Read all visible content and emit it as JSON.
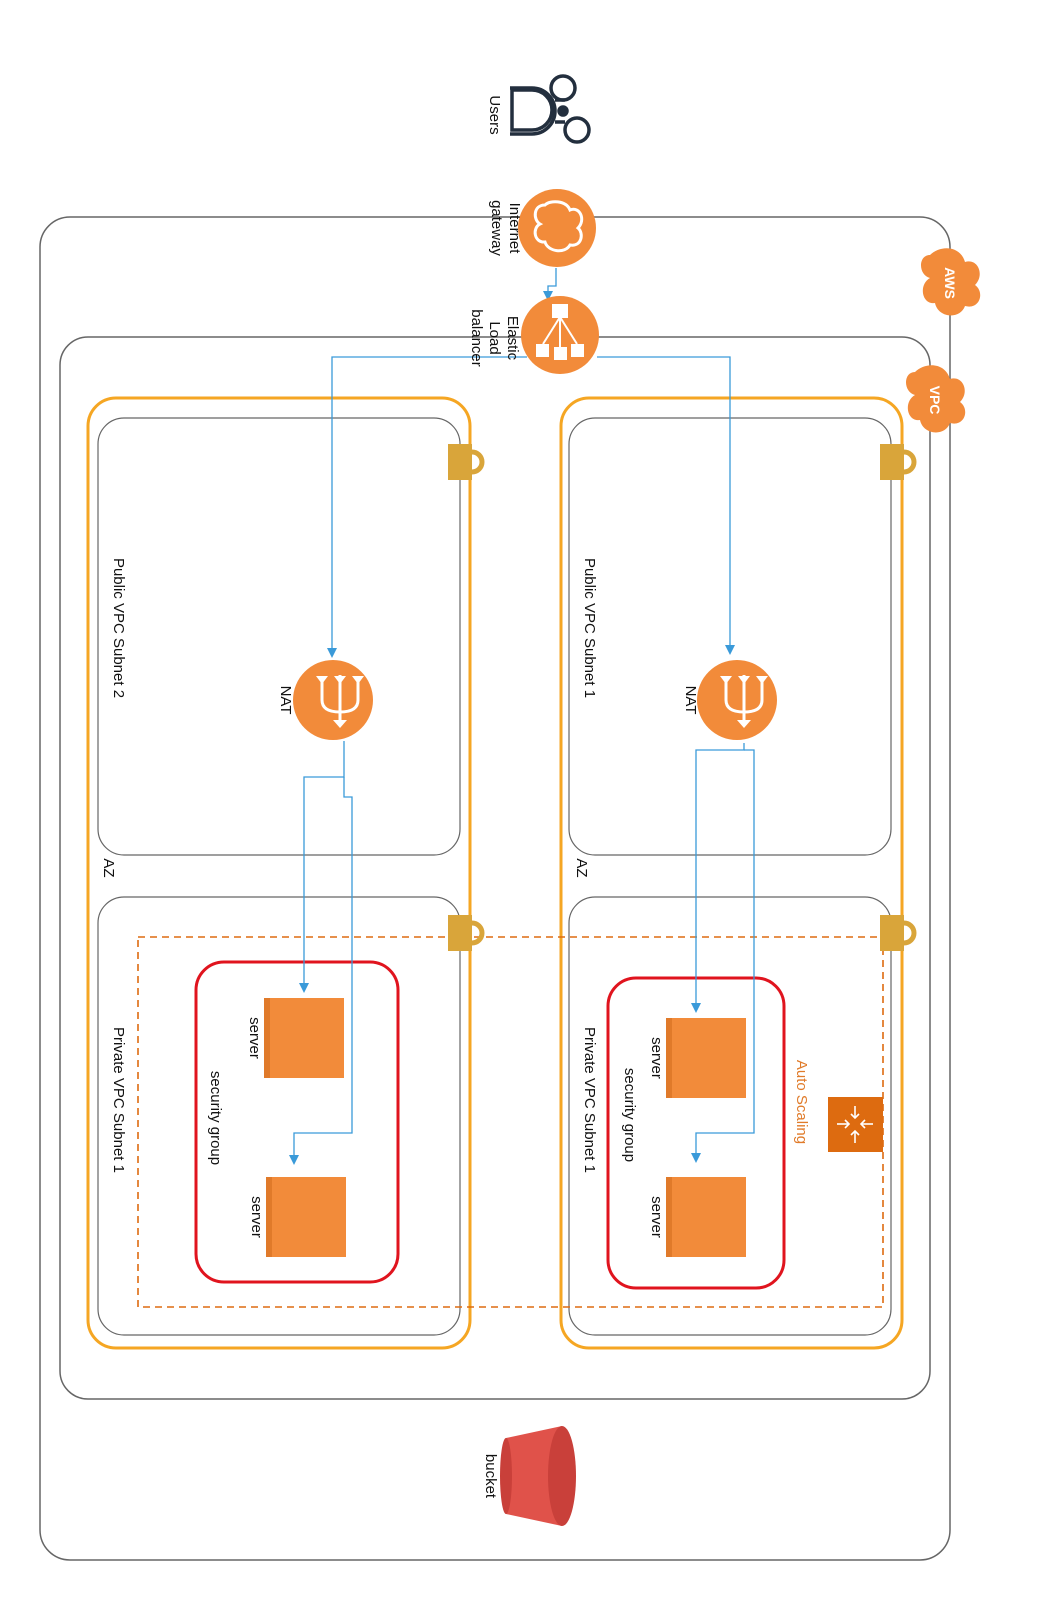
{
  "labels": {
    "users": "Users",
    "internet_gateway": [
      "Internet",
      "gateway"
    ],
    "load_balancer": [
      "Elastic",
      "Load",
      "balancer"
    ],
    "aws": "AWS",
    "vpc": "VPC",
    "az_left": "AZ",
    "az_right": "AZ",
    "public_subnet_left": "Public VPC Subnet 2",
    "public_subnet_right": "Public VPC  Subnet 1",
    "private_subnet_left": "Private VPC  Subnet 1",
    "private_subnet_right": "Private VPC  Subnet 1",
    "nat_left": "NAT",
    "nat_right": "NAT",
    "security_group_left": "security group",
    "security_group_right": "security group",
    "server_l1": "server",
    "server_l2": "server",
    "server_r1": "server",
    "server_r2": "server",
    "auto_scaling": "Auto Scaling",
    "bucket": "bucket"
  },
  "colors": {
    "aws_orange": "#f28b3a",
    "az_border": "#f5a623",
    "security_group": "#e0141e",
    "connector": "#3a9ad9",
    "lock": "#d9a53a",
    "bucket": "#e0524a",
    "auto_scaling_icon": "#dd6b10",
    "outline": "#666666",
    "users_icon": "#232f3e"
  },
  "icons": {
    "users": "users-icon",
    "internet_gateway": "internet-gateway-icon",
    "load_balancer": "elastic-load-balancer-icon",
    "nat": "nat-gateway-icon",
    "lock": "lock-icon",
    "auto_scaling": "auto-scaling-icon",
    "bucket": "s3-bucket-icon"
  }
}
